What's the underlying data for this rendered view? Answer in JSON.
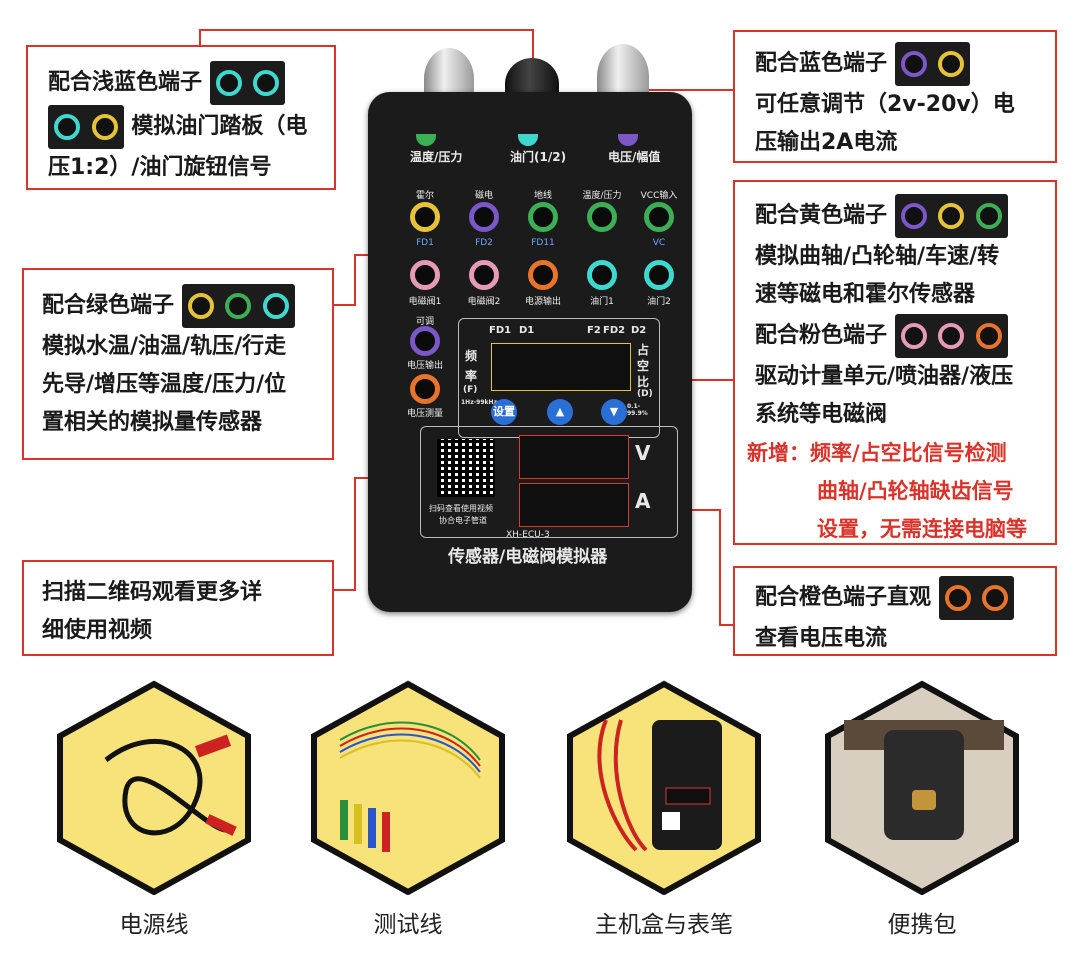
{
  "callouts": {
    "light_blue": {
      "line1": "配合浅蓝色端子",
      "line2": "模拟油门踏板（电",
      "line3": "压1:2）/油门旋钮信号",
      "jack_labels": [
        "油门1",
        "油门2",
        "VCC输入",
        "地线"
      ]
    },
    "blue": {
      "line1": "配合蓝色端子",
      "line2": "可任意调节（2v-20v）电",
      "line3": "压输出2A电流",
      "jack_labels": [
        "电压输出",
        "地线"
      ]
    },
    "yellow": {
      "line1": "配合黄色端子",
      "line2": "模拟曲轴/凸轮轴/车速/转",
      "line3": "速等磁电和霍尔传感器",
      "jack_labels": [
        "霍尔",
        "磁电",
        "地线"
      ]
    },
    "pink": {
      "line1": "配合粉色端子",
      "line2": "驱动计量单元/喷油器/液压",
      "line3": "系统等电磁阀",
      "jack_labels": [
        "电磁阀1",
        "电磁阀2",
        "电源输出"
      ]
    },
    "new": {
      "line1": "新增：频率/占空比信号检测",
      "line2": "曲轴/凸轮轴缺齿信号",
      "line3": "设置，无需连接电脑等"
    },
    "green": {
      "line1": "配合绿色端子",
      "line2": "模拟水温/油温/轨压/行走",
      "line3": "先导/增压等温度/压力/位",
      "line4": "置相关的模拟量传感器",
      "jack_labels": [
        "地线",
        "温度/压力",
        "VCC输入"
      ]
    },
    "qr": {
      "line1": "扫描二维码观看更多详",
      "line2": "细使用视频"
    },
    "orange": {
      "line1": "配合橙色端子直观",
      "line2": "查看电压电流",
      "jack_labels": [
        "电源输出",
        "电压测量"
      ]
    }
  },
  "device": {
    "top_labels": [
      "温度/压力",
      "油门(1/2)",
      "电压/幅值"
    ],
    "row1": [
      "霍尔",
      "磁电",
      "地线",
      "温度/压力",
      "VCC输入"
    ],
    "row1_sub": [
      "FD1",
      "FD2",
      "FD11",
      "",
      "VC"
    ],
    "row2": [
      "电磁阀1",
      "电磁阀2",
      "电源输出",
      "油门1",
      "油门2"
    ],
    "left_ports": [
      "电压输出",
      "电压测量"
    ],
    "left_top": "可调",
    "fd_labels": [
      "FD1",
      "D1",
      "F2",
      "FD2",
      "D2"
    ],
    "freq_label": [
      "频",
      "率",
      "(F)"
    ],
    "duty_label": [
      "占",
      "空",
      "比",
      "(D)"
    ],
    "range_left": "1Hz-99kHz",
    "range_right": "0.1-99.9%",
    "buttons": [
      "设置",
      "▲",
      "▼"
    ],
    "qr_text1": "扫码查看使用视频",
    "qr_text2": "协合电子管道",
    "model": "XH-ECU-3",
    "title": "传感器/电磁阀模拟器",
    "v_label": "V",
    "a_label": "A"
  },
  "accessories": [
    {
      "caption": "电源线"
    },
    {
      "caption": "测试线"
    },
    {
      "caption": "主机盒与表笔"
    },
    {
      "caption": "便携包"
    }
  ],
  "colors": {
    "accent": "#d9342b",
    "hex_fill": "#f7e37a",
    "hex_border": "#111111"
  }
}
